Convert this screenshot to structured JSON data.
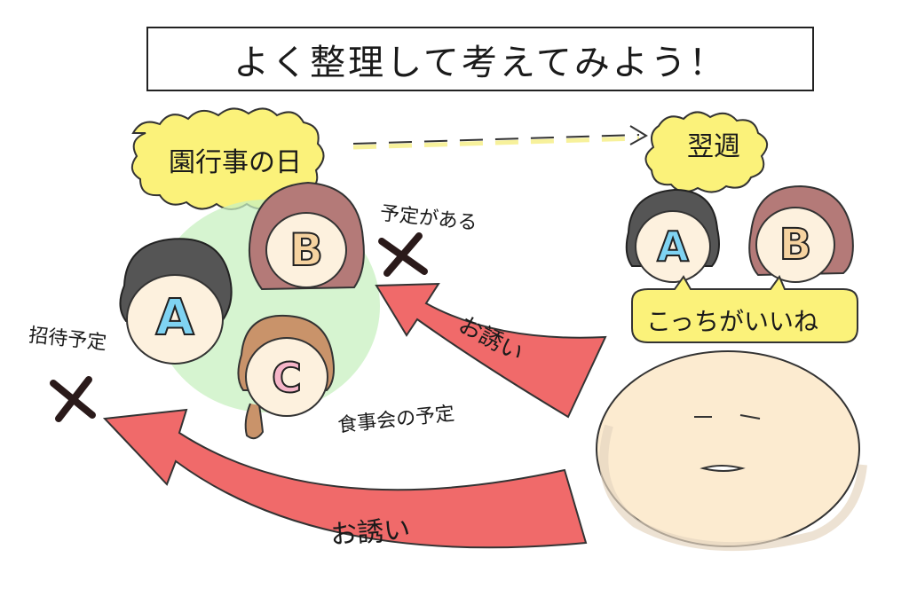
{
  "title": "よく整理して考えてみよう！",
  "left_cloud": "園行事の日",
  "right_cloud": "翌週",
  "person_a": "A",
  "person_b": "B",
  "person_c": "C",
  "right_a": "A",
  "right_b": "B",
  "note_b": "予定がある",
  "note_a": "招待予定",
  "note_c": "食事会の予定",
  "invite_upper": "お誘い",
  "invite_lower": "お誘い",
  "speech": "こっちがいいね",
  "colors": {
    "cloud_yellow": "#fbf27a",
    "arrow_red": "#f06a6a",
    "green_blob": "#c8f0c0",
    "letter_a": "#7fd3f2",
    "letter_b": "#f6d3a0",
    "letter_c": "#f6b5c8"
  }
}
